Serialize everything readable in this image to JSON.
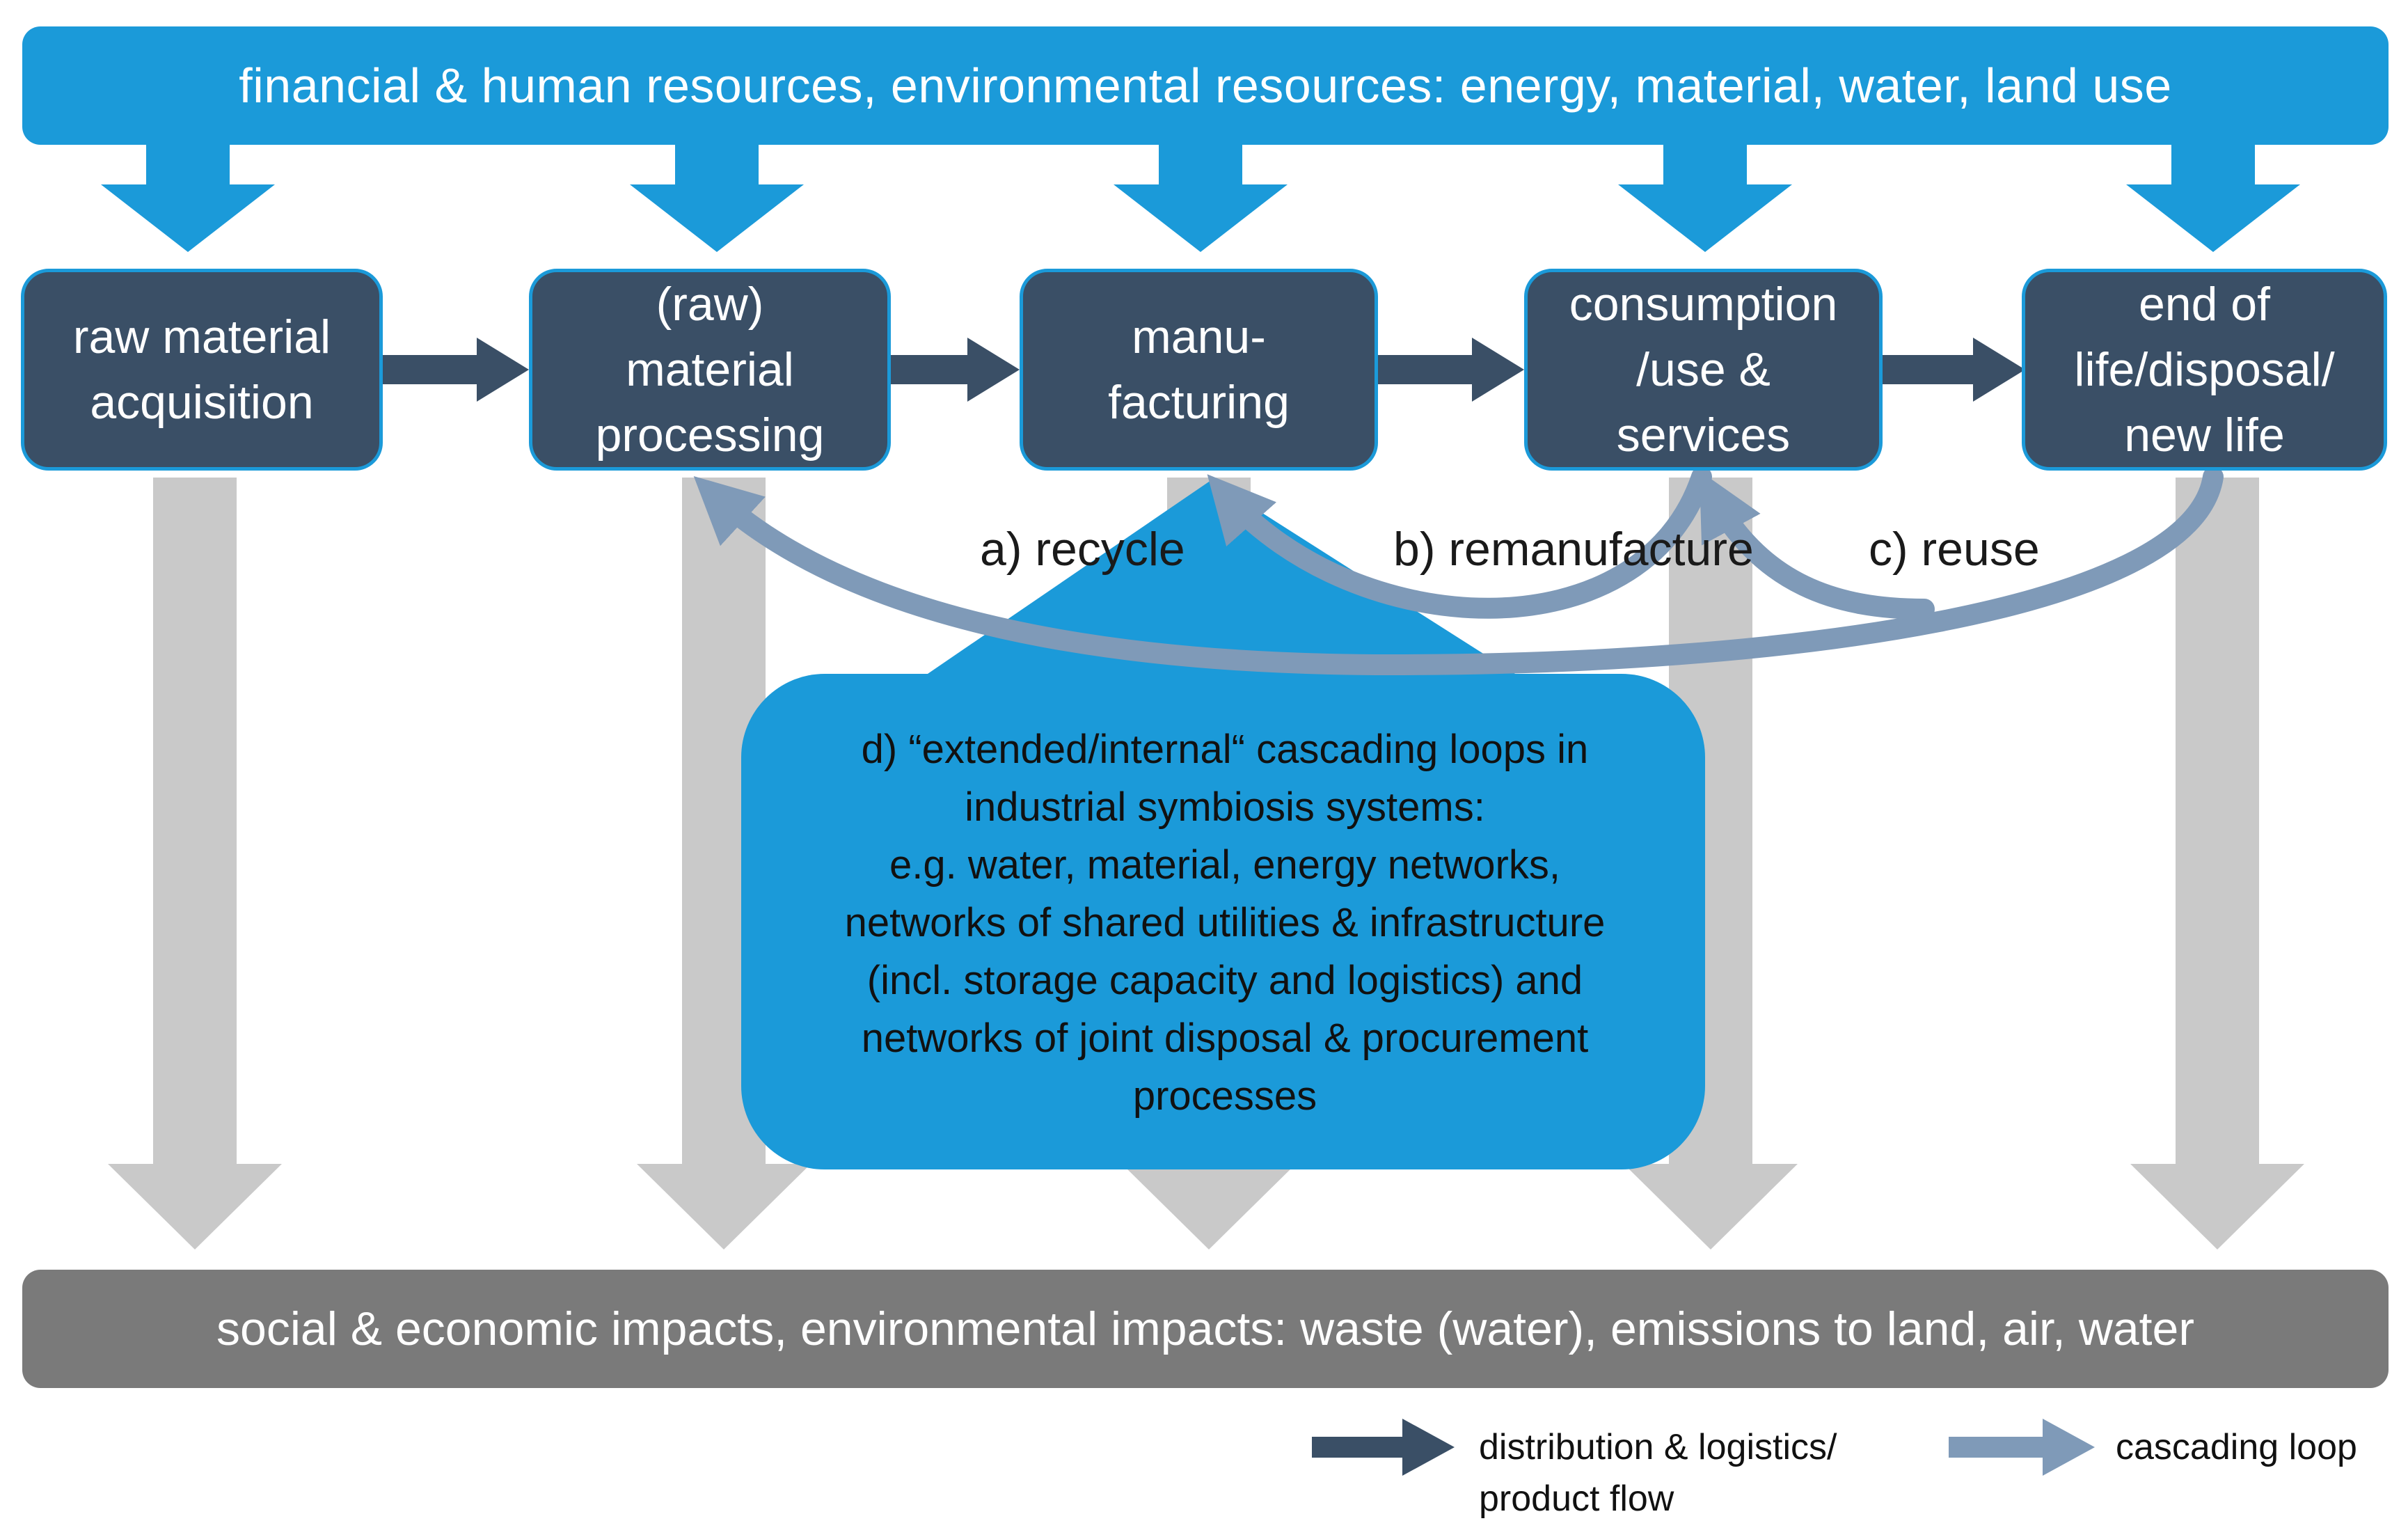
{
  "top_banner": {
    "text": "financial & human resources, environmental resources: energy, material, water, land use"
  },
  "stages": [
    {
      "id": "raw-material-acquisition",
      "label": "raw material\nacquisition"
    },
    {
      "id": "material-processing",
      "label": "(raw)\nmaterial\nprocessing"
    },
    {
      "id": "manufacturing",
      "label": "manu-\nfacturing"
    },
    {
      "id": "consumption",
      "label": "consumption\n/use &\nservices"
    },
    {
      "id": "end-of-life",
      "label": "end of\nlife/disposal/\nnew life"
    }
  ],
  "loops": {
    "recycle": "a) recycle",
    "remanufacture": "b) remanufacture",
    "reuse": "c) reuse"
  },
  "symbiosis": {
    "text": "d) “extended/internal“ cascading loops in\nindustrial symbiosis systems:\ne.g. water, material, energy networks,\nnetworks of shared utilities & infrastructure\n(incl. storage capacity and logistics) and\nnetworks of joint disposal & procurement\nprocesses"
  },
  "bottom_banner": {
    "text": "social & economic impacts, environmental impacts: waste (water), emissions to land, air, water"
  },
  "legend": {
    "product_flow": "distribution & logistics/\nproduct flow",
    "cascading_loop": "cascading loop"
  },
  "colors": {
    "resource_blue": "#1b9ad9",
    "stage_navy": "#3a4f66",
    "impact_gray": "#7a7a7a",
    "down_arrow_gray": "#c9c9c9",
    "cascade_steel": "#7f9ab8"
  }
}
